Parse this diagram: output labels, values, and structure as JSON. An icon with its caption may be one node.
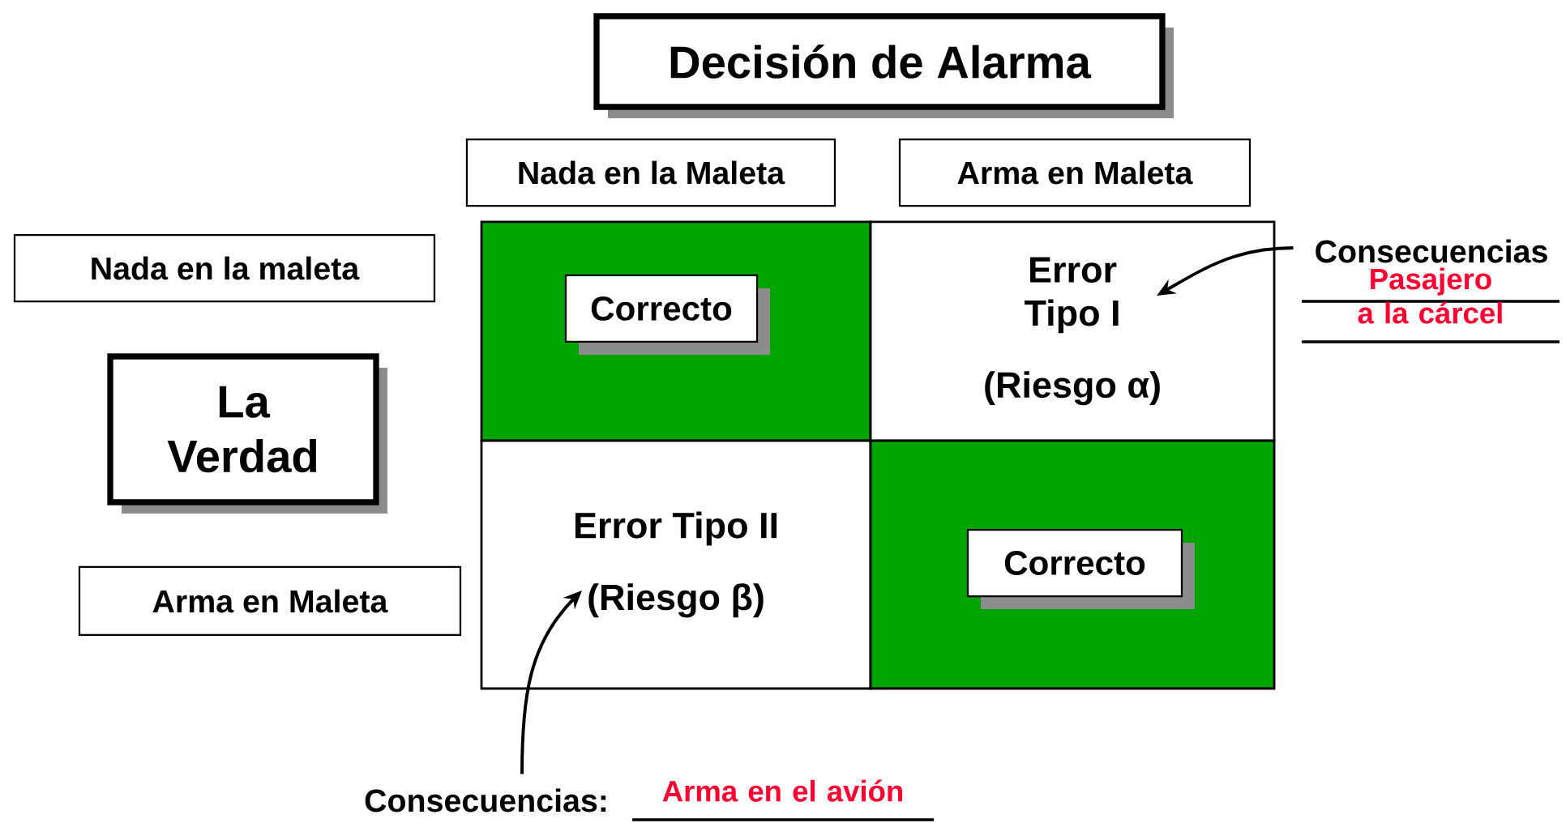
{
  "diagram": {
    "nodes": [
      {
        "text": [
          "Decisión de Alarma"
        ]
      },
      {
        "text": [
          "Nada en la Maleta"
        ]
      },
      {
        "text": [
          "Arma en Maleta"
        ]
      },
      {
        "text": [
          "Nada en la maleta"
        ]
      },
      {
        "text": [
          "La Verdad"
        ]
      },
      {
        "text": [
          "Arma en Maleta"
        ]
      },
      {
        "text": [],
        "shape": "box"
      },
      {
        "text": [
          "Correcto"
        ],
        "in": 6
      },
      {
        "text": [
          "Error Tipo I",
          "(Riesgo α)"
        ]
      },
      {
        "text": [
          "Error Tipo II",
          "(Riesgo β)"
        ]
      },
      {
        "text": [],
        "shape": "box"
      },
      {
        "text": [
          "Correcto"
        ],
        "in": 10
      },
      {
        "text": [
          "Consecuencias"
        ],
        "beside": [
          "Pasajero a la cárcel"
        ]
      },
      {
        "text": [
          "Consecuencias:"
        ],
        "beside": [
          "Arma en el avión"
        ]
      }
    ],
    "edges": [
      {
        "from": 12,
        "to": 8,
        "arrow": "to"
      },
      {
        "from": 13,
        "to": 9,
        "arrow": "to"
      }
    ]
  }
}
